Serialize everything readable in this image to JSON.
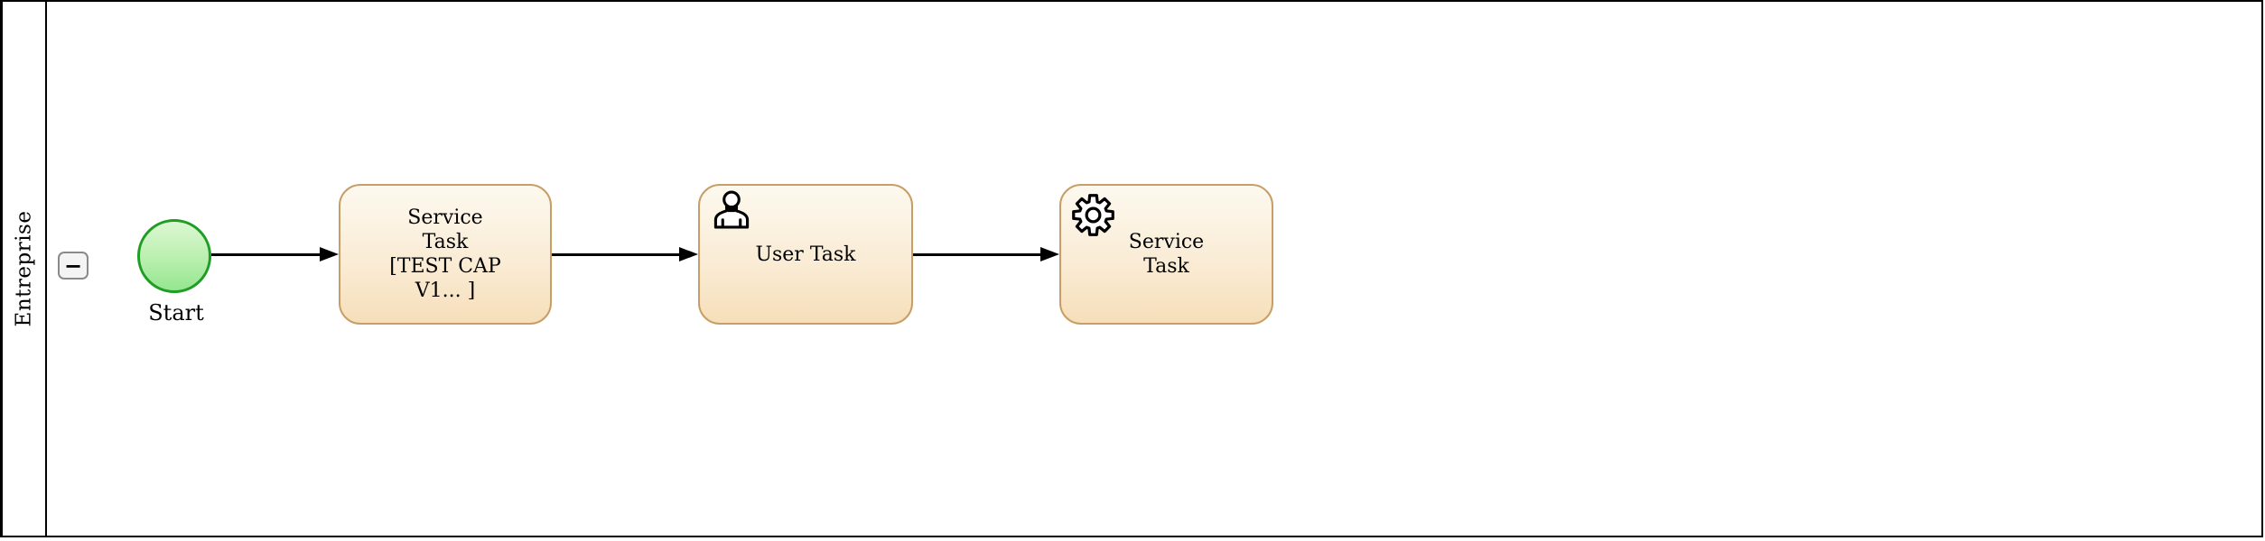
{
  "pool": {
    "label": "Entreprise",
    "collapse_symbol": "−"
  },
  "nodes": {
    "start": {
      "type": "start-event",
      "label": "Start"
    },
    "service_task_1": {
      "type": "service-task",
      "line1": "Service",
      "line2": "Task",
      "line3": "[TEST CAP",
      "line4": "V1... ]"
    },
    "user_task": {
      "type": "user-task",
      "label": "User Task"
    },
    "service_task_2": {
      "type": "service-task",
      "line1": "Service",
      "line2": "Task"
    }
  },
  "flows": [
    {
      "from": "start",
      "to": "service_task_1"
    },
    {
      "from": "service_task_1",
      "to": "user_task"
    },
    {
      "from": "user_task",
      "to": "service_task_2"
    }
  ],
  "icons": {
    "user_task": "user-icon",
    "service_task": "gear-icon",
    "collapse": "minus-icon"
  },
  "colors": {
    "task_border": "#c89e67",
    "task_fill_top": "#fdf9ef",
    "task_fill_bottom": "#f6dfba",
    "start_event_border": "#1f9d24",
    "start_event_fill_top": "#dcf7d2",
    "start_event_fill_bottom": "#94e690",
    "flow_line": "#000000",
    "pool_border": "#000000"
  }
}
